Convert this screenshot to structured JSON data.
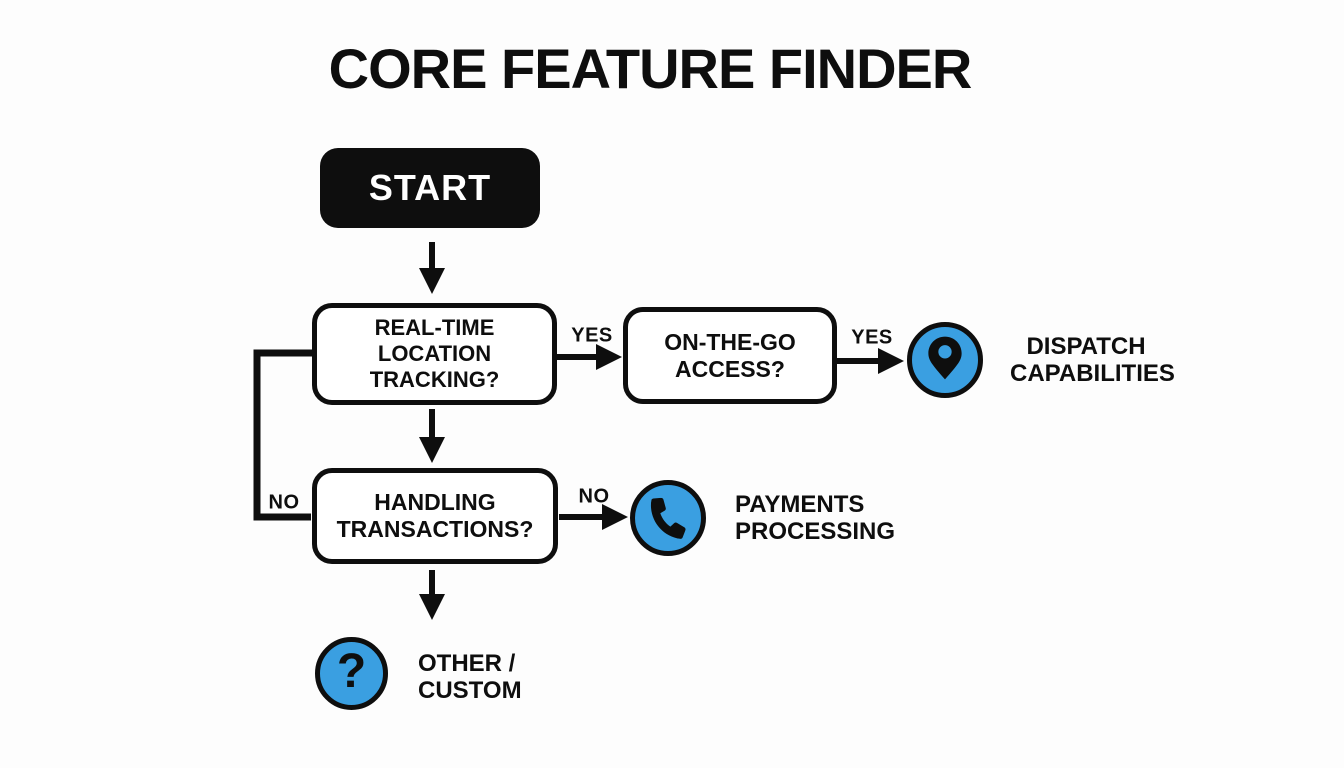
{
  "title": "CORE FEATURE FINDER",
  "colors": {
    "accent_blue": "#3A9FE1",
    "ink": "#0E0E0E",
    "background": "#FDFDFD"
  },
  "flow": {
    "start": {
      "label": "START"
    },
    "decisions": {
      "location": {
        "line1": "REAL-TIME",
        "line2": "LOCATION",
        "line3": "TRACKING?"
      },
      "access": {
        "line1": "ON-THE-GO",
        "line2": "ACCESS?"
      },
      "transactions": {
        "line1": "HANDLING",
        "line2": "TRANSACTIONS?"
      }
    },
    "edge_labels": {
      "location_yes": "YES",
      "access_yes": "YES",
      "location_no": "NO",
      "transactions_no": "NO"
    },
    "outcomes": {
      "dispatch": {
        "icon": "location-pin",
        "line1": "DISPATCH",
        "line2": "CAPABILITIES"
      },
      "payments": {
        "icon": "phone",
        "line1": "PAYMENTS",
        "line2": "PROCESSING"
      },
      "other": {
        "icon": "question-mark",
        "glyph": "?",
        "line1": "OTHER /",
        "line2": "CUSTOM"
      }
    }
  }
}
